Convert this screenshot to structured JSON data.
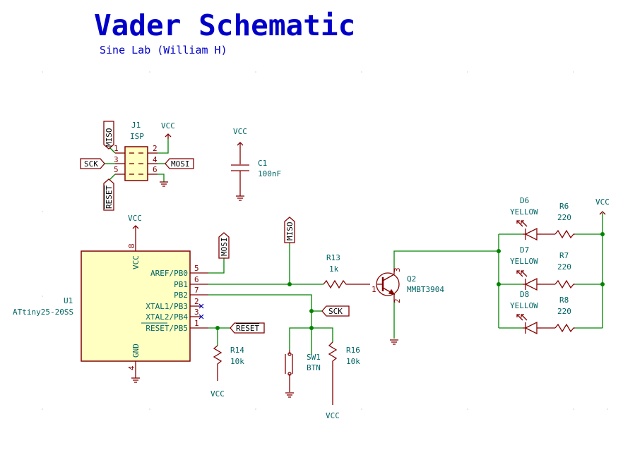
{
  "title": "Vader Schematic",
  "subtitle": "Sine Lab (William H)",
  "nets": {
    "vcc": "VCC",
    "miso": "MISO",
    "mosi": "MOSI",
    "sck": "SCK",
    "reset": "RESET"
  },
  "components": {
    "j1": {
      "ref": "J1",
      "value": "ISP",
      "pins": [
        "1",
        "2",
        "3",
        "4",
        "5",
        "6"
      ]
    },
    "c1": {
      "ref": "C1",
      "value": "100nF"
    },
    "u1": {
      "ref": "U1",
      "value": "ATtiny25-20SS",
      "pins": [
        {
          "num": "5",
          "name": "AREF/PB0"
        },
        {
          "num": "6",
          "name": "PB1"
        },
        {
          "num": "7",
          "name": "PB2"
        },
        {
          "num": "2",
          "name": "XTAL1/PB3"
        },
        {
          "num": "3",
          "name": "XTAL2/PB4"
        },
        {
          "num": "1",
          "name": "RESET/PB5"
        }
      ],
      "vcc_pin": {
        "num": "8",
        "name": "VCC"
      },
      "gnd_pin": {
        "num": "4",
        "name": "GND"
      }
    },
    "r13": {
      "ref": "R13",
      "value": "1k"
    },
    "q2": {
      "ref": "Q2",
      "value": "MMBT3904",
      "pins": [
        "1",
        "2",
        "3"
      ]
    },
    "r14": {
      "ref": "R14",
      "value": "10k"
    },
    "r16": {
      "ref": "R16",
      "value": "10k"
    },
    "sw1": {
      "ref": "SW1",
      "value": "BTN"
    },
    "leds": [
      {
        "ref": "D6",
        "value": "YELLOW"
      },
      {
        "ref": "D7",
        "value": "YELLOW"
      },
      {
        "ref": "D8",
        "value": "YELLOW"
      }
    ],
    "led_resistors": [
      {
        "ref": "R6",
        "value": "220"
      },
      {
        "ref": "R7",
        "value": "220"
      },
      {
        "ref": "R8",
        "value": "220"
      }
    ]
  },
  "colors": {
    "wire": "#008400",
    "component": "#840000",
    "body_fill": "#ffffc2",
    "label": "#006464",
    "title": "#0000c8"
  }
}
